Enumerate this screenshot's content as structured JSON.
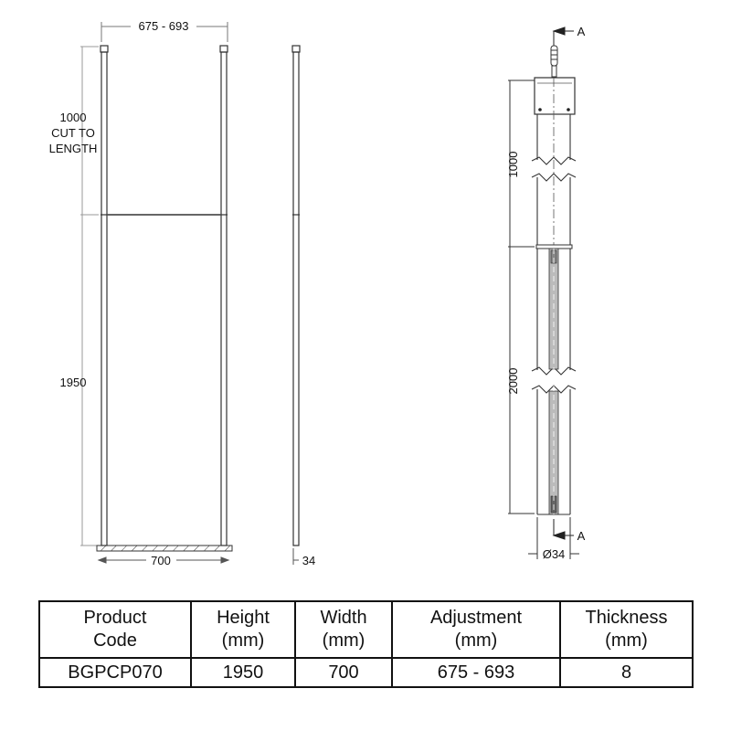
{
  "drawing": {
    "front_view": {
      "top_width_dim": "675 - 693",
      "upper_height_dim_line1": "1000",
      "upper_height_dim_line2": "CUT TO",
      "upper_height_dim_line3": "LENGTH",
      "lower_height_dim": "1950",
      "bottom_width_dim": "700"
    },
    "side_view": {
      "depth_dim": "34"
    },
    "detail_view": {
      "section_label_top": "A",
      "section_label_bottom": "A",
      "upper_length_dim": "1000",
      "lower_length_dim": "2000",
      "diameter_dim": "Ø34"
    }
  },
  "spec_table": {
    "headers": [
      {
        "line1": "Product",
        "line2": "Code"
      },
      {
        "line1": "Height",
        "line2": "(mm)"
      },
      {
        "line1": "Width",
        "line2": "(mm)"
      },
      {
        "line1": "Adjustment",
        "line2": "(mm)"
      },
      {
        "line1": "Thickness",
        "line2": "(mm)"
      }
    ],
    "rows": [
      [
        "BGPCP070",
        "1950",
        "700",
        "675 - 693",
        "8"
      ]
    ]
  }
}
